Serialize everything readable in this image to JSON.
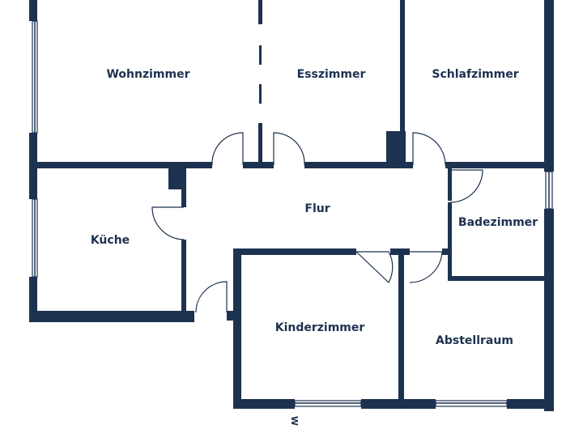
{
  "plan": {
    "wall_color": "#1d3250",
    "background": "#ffffff",
    "rooms": {
      "wohnzimmer": "Wohnzimmer",
      "esszimmer": "Esszimmer",
      "schlafzimmer": "Schlafzimmer",
      "kueche": "Küche",
      "flur": "Flur",
      "badezimmer": "Badezimmer",
      "kinderzimmer": "Kinderzimmer",
      "abstellraum": "Abstellraum"
    },
    "compass": "W"
  }
}
